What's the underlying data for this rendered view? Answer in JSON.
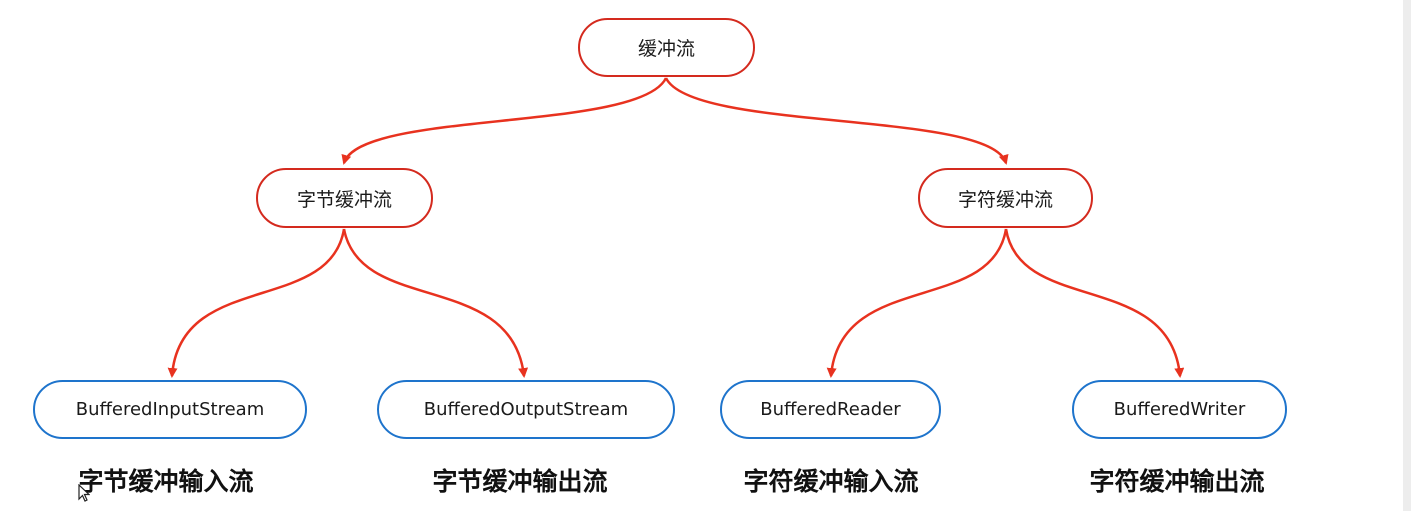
{
  "colors": {
    "category_border": "#d42a1e",
    "class_border": "#1e74cc",
    "arrow": "#e8321f"
  },
  "nodes": {
    "root": "缓冲流",
    "byte": "字节缓冲流",
    "char": "字符缓冲流",
    "bis": "BufferedInputStream",
    "bos": "BufferedOutputStream",
    "br": "BufferedReader",
    "bw": "BufferedWriter"
  },
  "captions": {
    "bis": "字节缓冲输入流",
    "bos": "字节缓冲输出流",
    "br": "字符缓冲输入流",
    "bw": "字符缓冲输出流"
  }
}
